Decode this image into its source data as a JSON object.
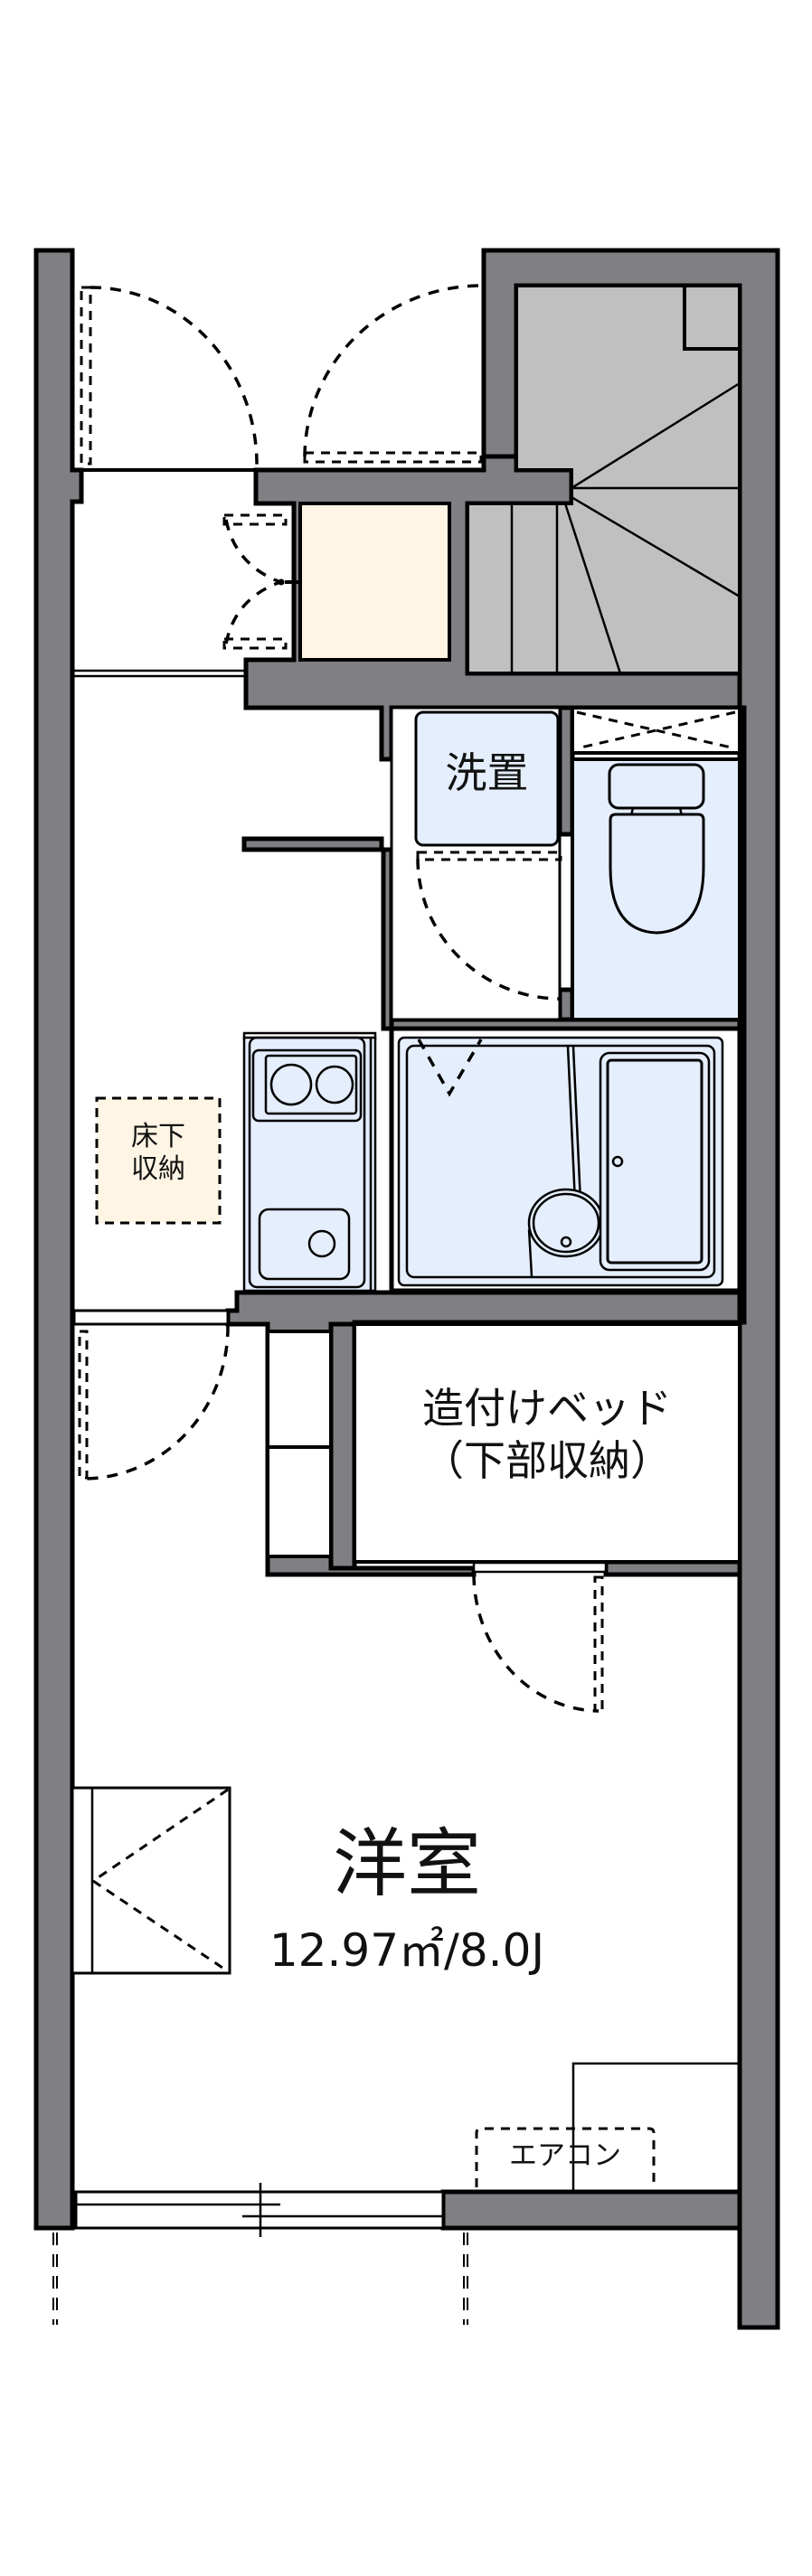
{
  "colors": {
    "wall": "#808084",
    "stair": "#c0c0c0",
    "storage_beige": "#fff5e4",
    "wet_area_blue": "#e4eefc",
    "line": "#000000",
    "background": "#ffffff"
  },
  "rooms": {
    "washroom": {
      "label": "洗置"
    },
    "underfloor_storage": {
      "line1": "床下",
      "line2": "収納"
    },
    "built_in_bed": {
      "line1": "造付けベッド",
      "line2": "（下部収納）"
    },
    "western_room": {
      "label": "洋室",
      "area": "12.97㎡/8.0J"
    },
    "air_conditioner": {
      "label": "エアコン"
    }
  },
  "icons": [
    "stairs-icon",
    "toilet-icon",
    "bathtub-icon",
    "sink-icon",
    "stove-icon",
    "door-swing-icon",
    "window-icon"
  ]
}
